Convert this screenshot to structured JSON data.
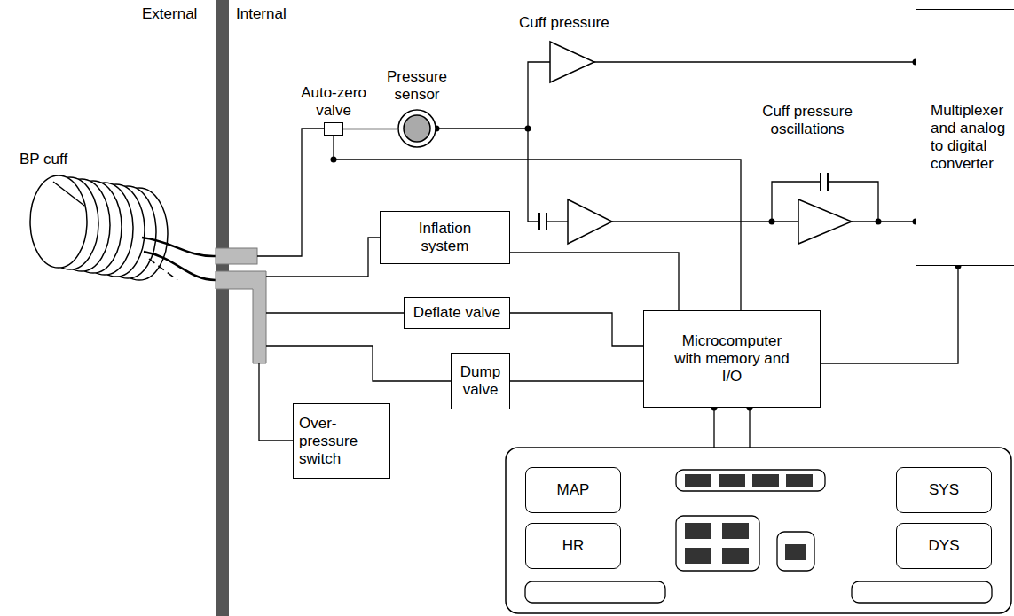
{
  "diagram": {
    "nodes": [
      {
        "text": [
          "Auto-zero valve"
        ]
      },
      {
        "text": [
          "Pressure sensor"
        ]
      },
      {
        "text": [
          "Multiplexer and analog to digital converter"
        ]
      },
      {
        "text": [
          "Inflation system"
        ]
      },
      {
        "text": [
          "Deflate valve"
        ]
      },
      {
        "text": [
          "Microcomputer with memory and I/O"
        ]
      },
      {
        "text": [
          "Dump valve"
        ]
      },
      {
        "text": [
          "Over-pressure switch"
        ]
      },
      {
        "text": [
          "MAP"
        ]
      },
      {
        "text": [
          "SYS"
        ]
      },
      {
        "text": [
          "HR"
        ]
      },
      {
        "text": [
          "DYS"
        ]
      }
    ],
    "edges": [
      {
        "from": 0,
        "to": 1,
        "arrow": "none"
      },
      {
        "from": 0,
        "to": 5,
        "arrow": "none"
      },
      {
        "from": 3,
        "to": 5,
        "arrow": "none"
      },
      {
        "from": 4,
        "to": 5,
        "arrow": "none"
      },
      {
        "from": 6,
        "to": 5,
        "arrow": "none"
      },
      {
        "from": 5,
        "to": 2,
        "arrow": "none"
      }
    ],
    "labels": [
      "External",
      "Internal",
      "BP cuff",
      "Cuff pressure",
      "Cuff pressure oscillations"
    ]
  }
}
